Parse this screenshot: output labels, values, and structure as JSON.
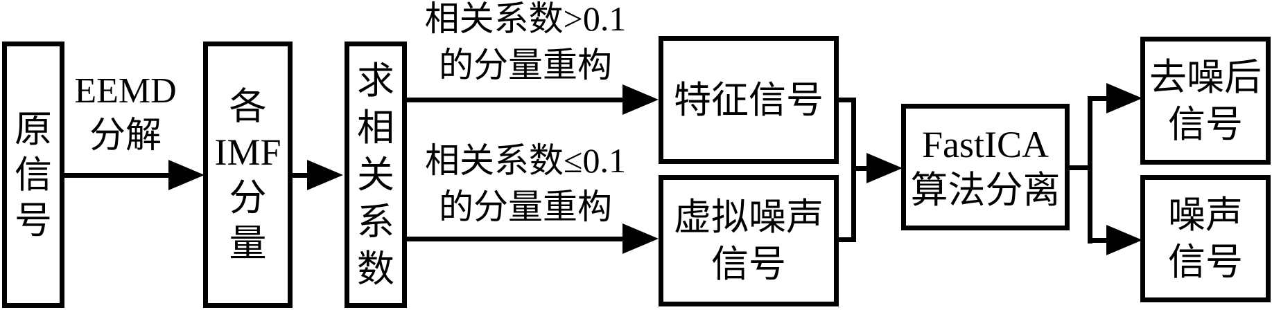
{
  "figure": {
    "type": "flowchart",
    "background_color": "#ffffff",
    "line_color": "#000000",
    "nodes": {
      "original": {
        "label": "原\n信\n号"
      },
      "imf": {
        "label": "各\nIMF\n分\n量"
      },
      "corr": {
        "label": "求\n相\n关\n系\n数"
      },
      "feature": {
        "label": "特征信号"
      },
      "virtual_noise": {
        "label": "虚拟噪声\n信号"
      },
      "fastica": {
        "label": "FastICA\n算法分离"
      },
      "denoised": {
        "label": "去噪后\n信号"
      },
      "noise": {
        "label": "噪声\n信号"
      }
    },
    "edge_labels": {
      "eemd": "EEMD\n分解",
      "recon_high": "相关系数>0.1\n的分量重构",
      "recon_low": "相关系数≤0.1\n的分量重构"
    }
  }
}
